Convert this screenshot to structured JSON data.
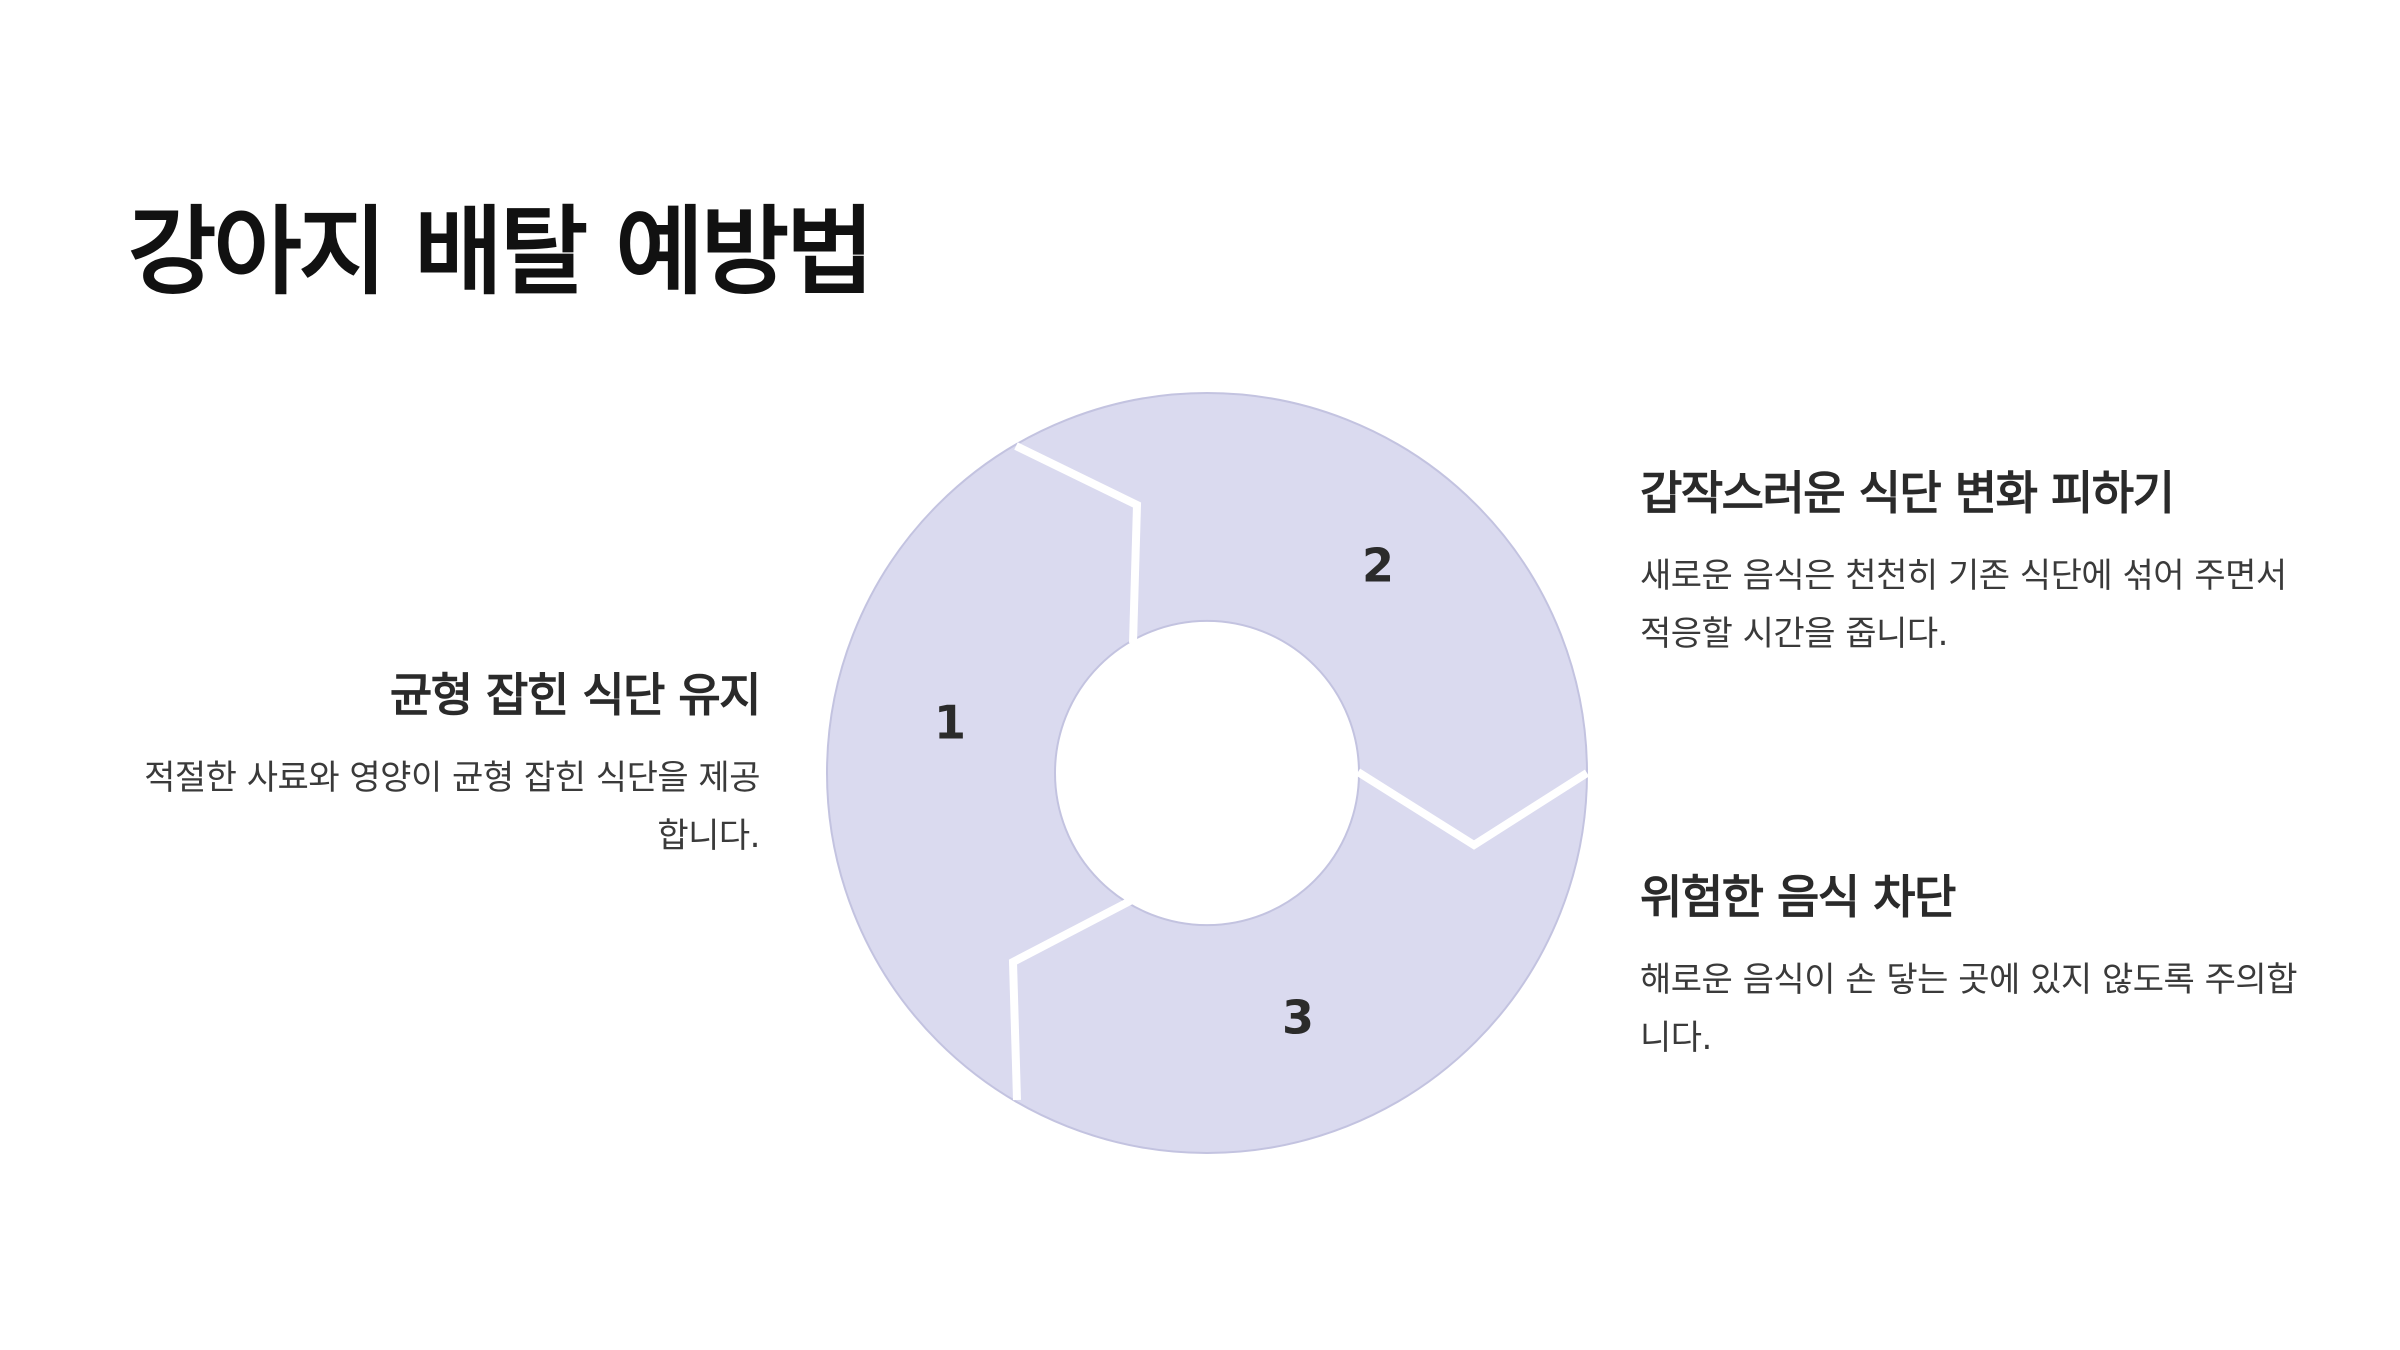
{
  "title": "강아지 배탈 예방법",
  "steps": [
    {
      "number": "1",
      "heading": "균형 잡힌 식단 유지",
      "body": "적절한 사료와 영양이 균형 잡힌 식단을 제공합니다."
    },
    {
      "number": "2",
      "heading": "갑작스러운 식단 변화 피하기",
      "body": "새로운 음식은 천천히 기존 식단에 섞어 주면서 적응할 시간을 줍니다."
    },
    {
      "number": "3",
      "heading": "위험한 음식 차단",
      "body": "해로운 음식이 손 닿는 곳에 있지 않도록 주의합니다."
    }
  ],
  "colors": {
    "segment_fill": "#dadaef",
    "segment_stroke": "#c3c3e0",
    "title": "#111111",
    "heading": "#2a2a2a",
    "body": "#3a3a3a"
  }
}
